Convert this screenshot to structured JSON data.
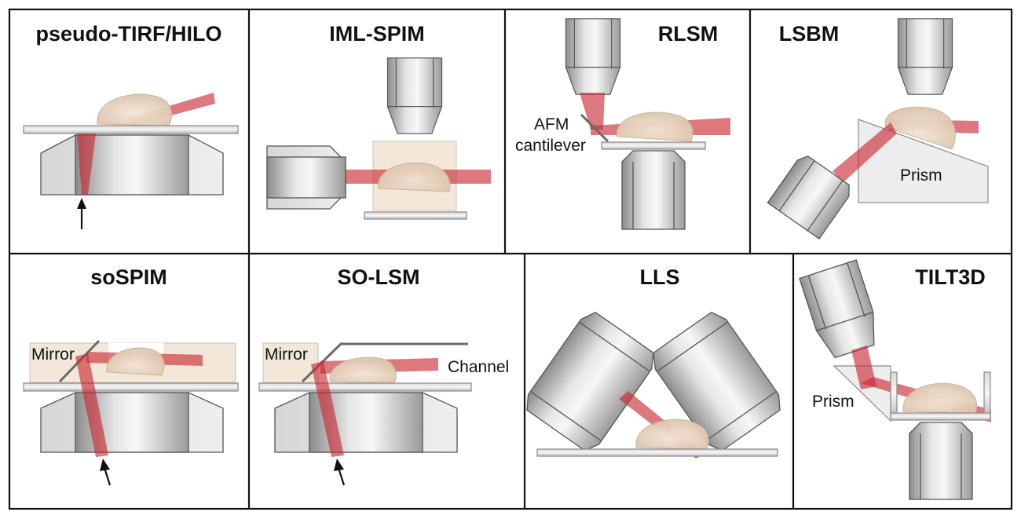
{
  "panels": {
    "p1": {
      "title": "pseudo-TIRF/HILO"
    },
    "p2": {
      "title": "IML-SPIM"
    },
    "p3": {
      "title": "RLSM",
      "label_afm_line1": "AFM",
      "label_afm_line2": "cantilever"
    },
    "p4": {
      "title": "LSBM",
      "label_prism": "Prism"
    },
    "p5": {
      "title": "soSPIM",
      "label_mirror": "Mirror"
    },
    "p6": {
      "title": "SO-LSM",
      "label_mirror": "Mirror",
      "label_channel": "Channel"
    },
    "p7": {
      "title": "LLS"
    },
    "p8": {
      "title": "TILT3D",
      "label_prism": "Prism"
    }
  },
  "colors": {
    "beam": "#c8262e",
    "cell": "#e9d8c6",
    "medium": "#f1e3d3",
    "frame": "#111111"
  },
  "icons": [
    "up-arrow-icon",
    "objective-lens-icon",
    "mirror-icon",
    "prism-icon"
  ]
}
